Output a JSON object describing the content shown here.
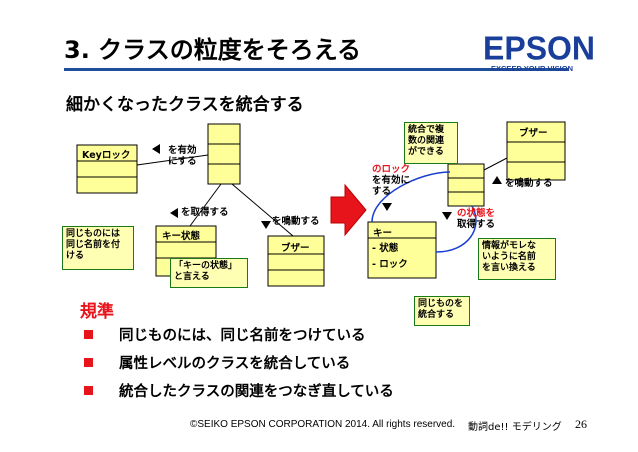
{
  "header": {
    "title": "3. クラスの粒度をそろえる",
    "logo_text": "EPSON",
    "logo_tagline": "EXCEED YOUR VISION",
    "brand_color": "#1a3f9a"
  },
  "subtitle": "細かくなったクラスを統合する",
  "diagram": {
    "left": {
      "keylock_class": "Keyロック",
      "key_state_class": "キー状態",
      "buzzer_class": "ブザー",
      "label_enable": [
        "を有効",
        "にする"
      ],
      "label_get": "を取得する",
      "label_sound": "を鳴動する",
      "note_same_thing": [
        "同じものには",
        "同じ名前を付",
        "ける"
      ],
      "note_key_state": [
        "「キーの状態」",
        "と言える"
      ]
    },
    "right": {
      "buzzer_class": "ブザー",
      "key_class": "キー",
      "key_attr_state": "- 状態",
      "key_attr_lock": "- ロック",
      "note_merge": [
        "統合で複",
        "数の関連",
        "ができる"
      ],
      "label_lock_red": "のロック",
      "label_lock_black": [
        "を有効に",
        "する"
      ],
      "label_state_red": "の状態を",
      "label_state_black": "取得する",
      "label_sound": "を鳴動する",
      "note_info": [
        "情報がモレな",
        "いように名前",
        "を言い換える"
      ],
      "note_same": [
        "同じものを",
        "統合する"
      ]
    },
    "colors": {
      "accent_red": "#e8141c",
      "note_bg": "#ffffb4",
      "note_border": "#1a7a1a",
      "class_fill": "#ffff99",
      "arrow_blue": "#1a3fd0"
    }
  },
  "criteria": {
    "heading": "規準",
    "items": [
      "同じものには、同じ名前をつけている",
      "属性レベルのクラスを統合している",
      "統合したクラスの関連をつなぎ直している"
    ]
  },
  "footer": {
    "copyright": "©SEIKO EPSON CORPORATION 2014. All rights reserved.",
    "series": "動詞de!! モデリング",
    "page": "26"
  }
}
